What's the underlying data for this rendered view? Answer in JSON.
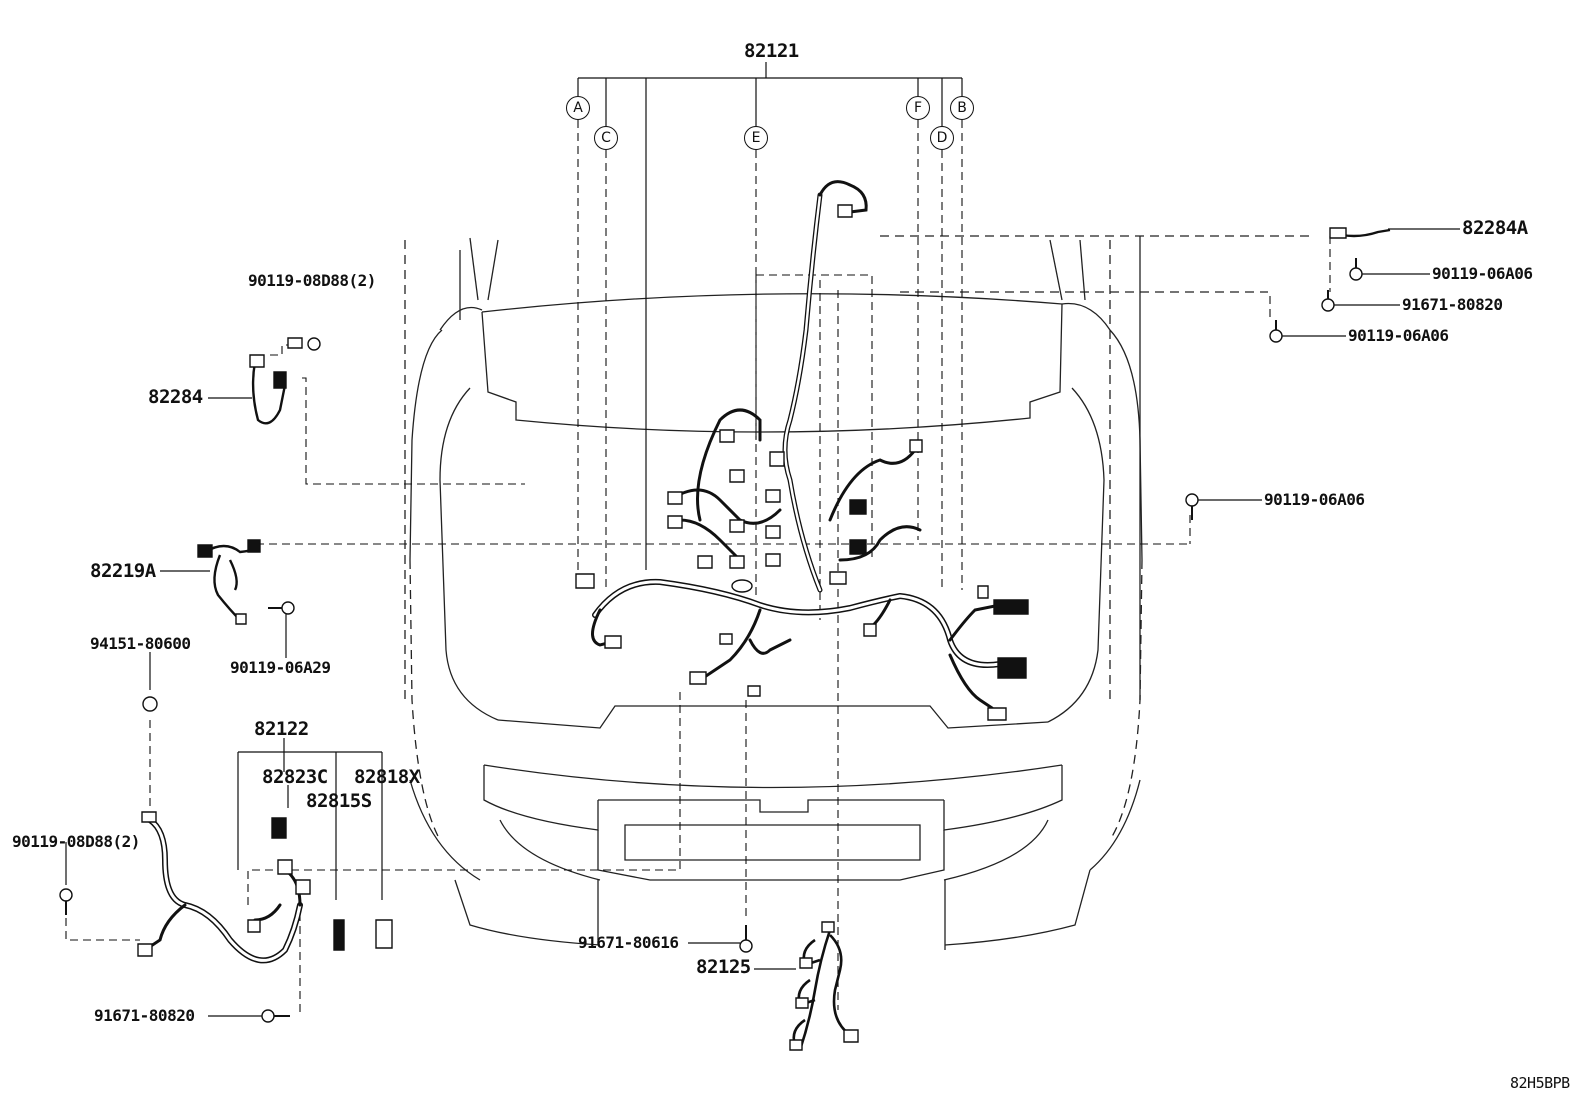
{
  "diagram": {
    "parts": {
      "main_harness": "82121",
      "mid_harness": "82122",
      "left_sub_harness": "82284",
      "right_sub_harness": "82284A",
      "cable_82219a": "82219A",
      "harness_82125": "82125",
      "part_82823c": "82823C",
      "part_82818x": "82818X",
      "part_82815s": "82815S"
    },
    "fasteners": {
      "bolt_top_left": "90119-08D88(2)",
      "bolt_left_lower": "90119-08D88(2)",
      "bolt_06a29": "90119-06A29",
      "clip_94151": "94151-80600",
      "bolt_r1": "90119-06A06",
      "bolt_r2": "91671-80820",
      "bolt_r3": "90119-06A06",
      "bolt_r4": "90119-06A06",
      "bolt_bottom_left": "91671-80820",
      "bolt_bottom_center": "91671-80616"
    },
    "connectors": {
      "a": "A",
      "b": "B",
      "c": "C",
      "d": "D",
      "e": "E",
      "f": "F"
    },
    "diagram_code": "82H5BPB"
  }
}
